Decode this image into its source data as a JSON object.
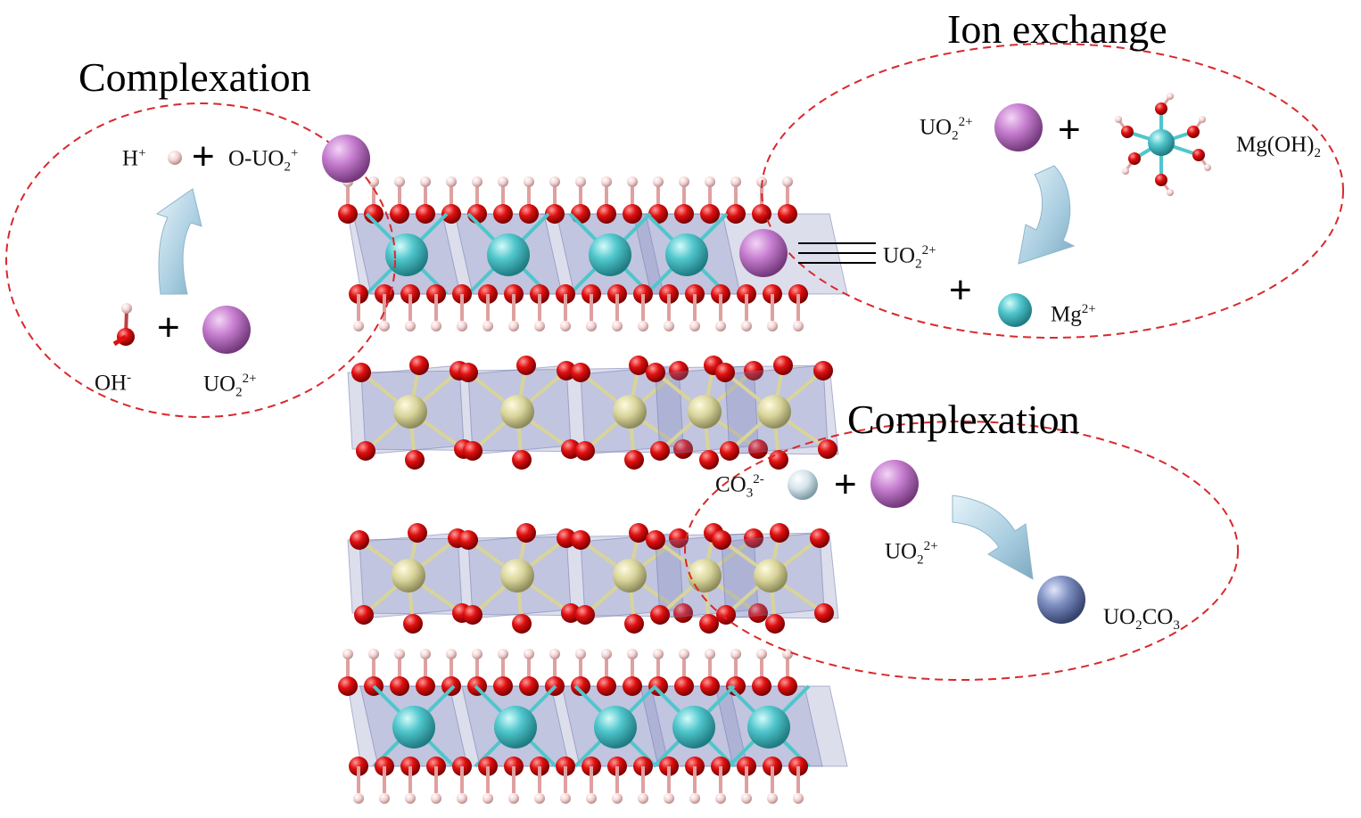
{
  "titles": {
    "complexation_top": "Complexation",
    "ion_exchange": "Ion exchange",
    "complexation_bottom": "Complexation"
  },
  "complexation_top": {
    "h_base": "H",
    "h_sup": "+",
    "o_uo2_base": "O-UO",
    "o_uo2_sub": "2",
    "o_uo2_sup": "+",
    "oh_base": "OH",
    "oh_sup": "-",
    "uo2_base": "UO",
    "uo2_sub": "2",
    "uo2_sup": "2+",
    "plus": "+"
  },
  "ion_exchange": {
    "uo2_base": "UO",
    "uo2_sub": "2",
    "uo2_sup": "2+",
    "mgoh2_base": "Mg(OH)",
    "mgoh2_sub": "2",
    "bound_uo2_base": "UO",
    "bound_uo2_sub": "2",
    "bound_uo2_sup": "2+",
    "mg_base": "Mg",
    "mg_sup": "2+",
    "plus": "+"
  },
  "complexation_bottom": {
    "co3_base": "CO",
    "co3_sub": "3",
    "co3_sup": "2-",
    "uo2_base": "UO",
    "uo2_sub": "2",
    "uo2_sup": "2+",
    "uo2co3_a": "UO",
    "uo2co3_sub1": "2",
    "uo2co3_b": "CO",
    "uo2co3_sub2": "3",
    "plus": "+"
  },
  "colors": {
    "oxygen": "#e01010",
    "hydrogen": "#f5d6d6",
    "magnesium": "#4fc6cc",
    "aluminum": "#d8d49a",
    "uranyl": "#c77fd0",
    "carbonate": "#d6e4ea",
    "uo2co3": "#7e8fc2",
    "octahedron": "#9aa0c8",
    "dashed_line": "#d9282c",
    "arrow": "#a8cde0"
  }
}
